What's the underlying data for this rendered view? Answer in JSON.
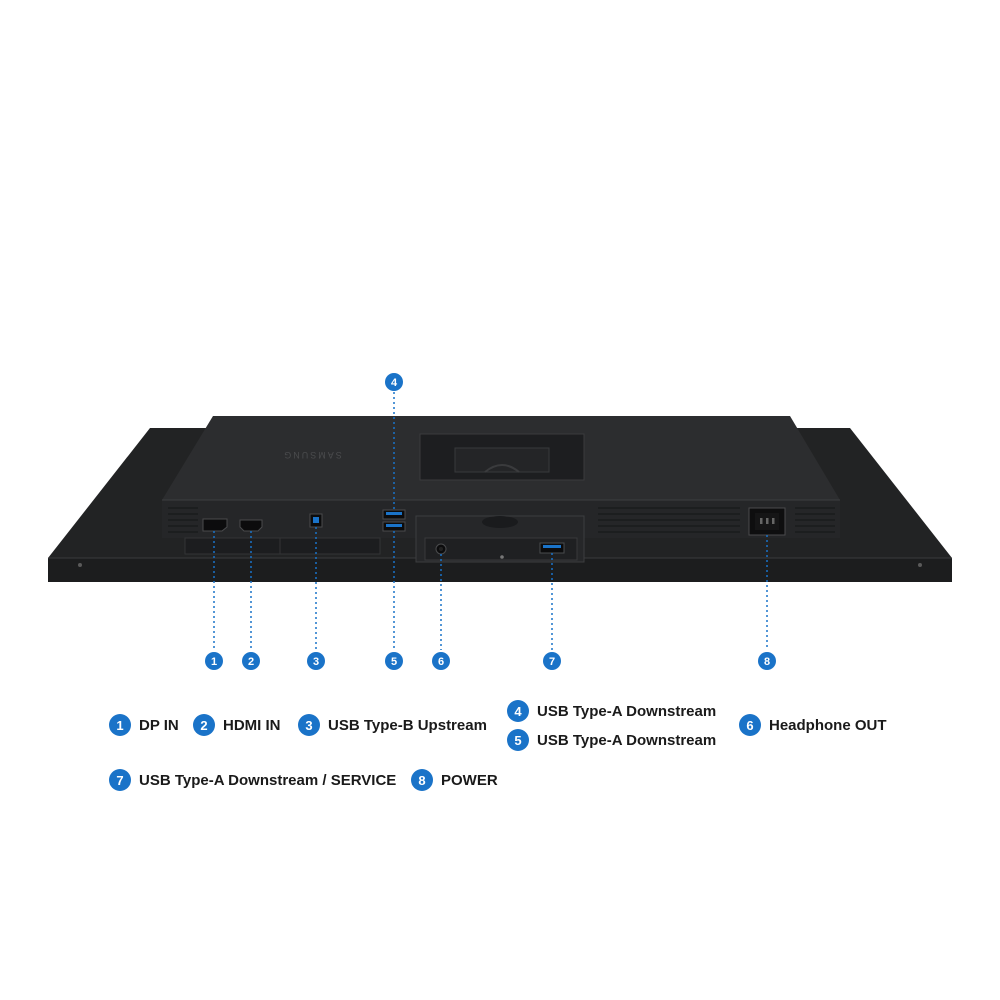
{
  "brand": "SAMSUNG",
  "accent_color": "#1a73c8",
  "ports": [
    {
      "number": "1",
      "name": "DP IN"
    },
    {
      "number": "2",
      "name": "HDMI IN"
    },
    {
      "number": "3",
      "name": "USB Type-B Upstream"
    },
    {
      "number": "4",
      "name": "USB Type-A Downstream"
    },
    {
      "number": "5",
      "name": "USB Type-A Downstream"
    },
    {
      "number": "6",
      "name": "Headphone OUT"
    },
    {
      "number": "7",
      "name": "USB Type-A Downstream / SERVICE"
    },
    {
      "number": "8",
      "name": "POWER"
    }
  ]
}
